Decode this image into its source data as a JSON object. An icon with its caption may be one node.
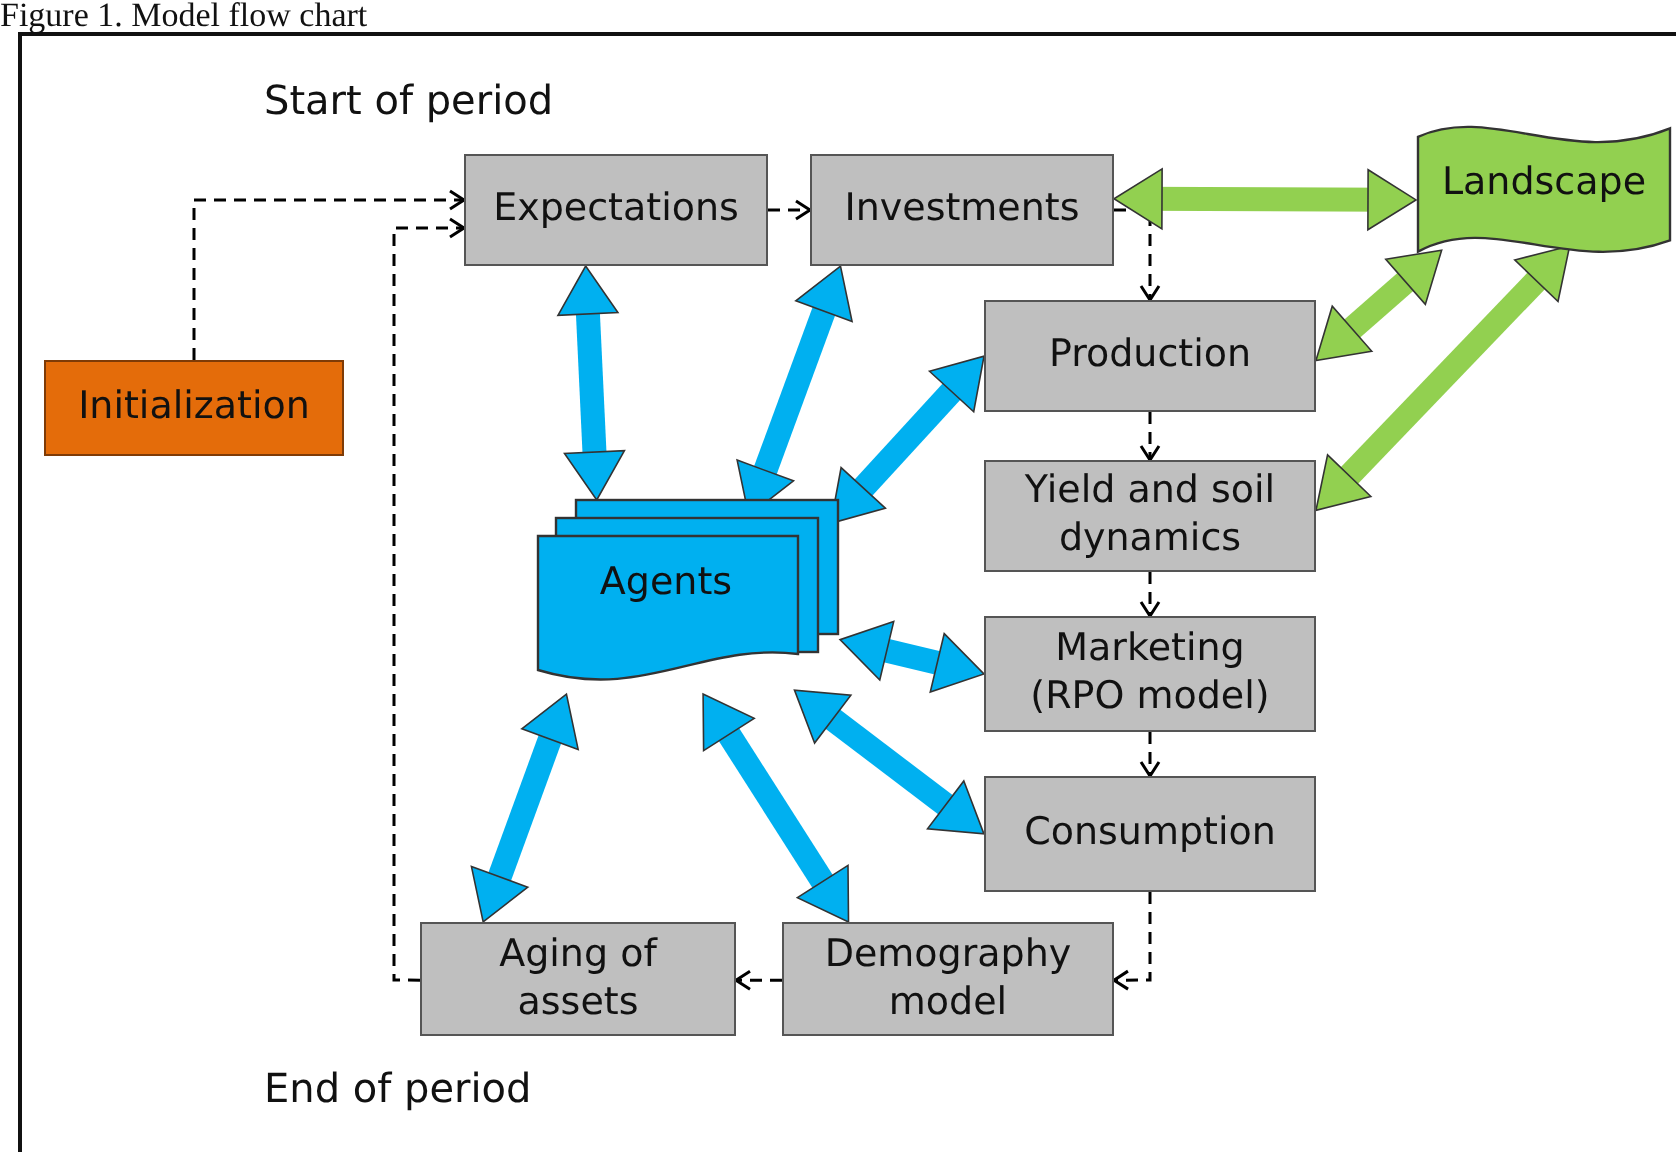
{
  "diagram": {
    "title": "Figure 1. Model flow chart",
    "nodes": [
      {
        "text": [
          "Initialization"
        ]
      },
      {
        "text": [
          "Expectations"
        ]
      },
      {
        "text": [
          "Investments"
        ]
      },
      {
        "text": [
          "Landscape"
        ]
      },
      {
        "text": [
          "Production"
        ]
      },
      {
        "text": [
          "Yield and soil dynamics"
        ]
      },
      {
        "text": [
          "Agents"
        ]
      },
      {
        "text": [
          "Marketing (RPO model)"
        ]
      },
      {
        "text": [
          "Consumption"
        ]
      },
      {
        "text": [
          "Aging of assets"
        ]
      },
      {
        "text": [
          "Demography model"
        ]
      }
    ],
    "edges": [
      {
        "from": 0,
        "to": 1,
        "arrow": "to",
        "style": "dashed"
      },
      {
        "from": 9,
        "to": 1,
        "arrow": "to",
        "style": "dashed"
      },
      {
        "from": 1,
        "to": 2,
        "arrow": "to",
        "style": "dashed"
      },
      {
        "from": 2,
        "to": 4,
        "arrow": "to",
        "style": "dashed"
      },
      {
        "from": 4,
        "to": 5,
        "arrow": "to",
        "style": "dashed"
      },
      {
        "from": 5,
        "to": 7,
        "arrow": "to",
        "style": "dashed"
      },
      {
        "from": 7,
        "to": 8,
        "arrow": "to",
        "style": "dashed"
      },
      {
        "from": 8,
        "to": 10,
        "arrow": "to",
        "style": "dashed"
      },
      {
        "from": 10,
        "to": 9,
        "arrow": "to",
        "style": "dashed"
      },
      {
        "from": 2,
        "to": 3,
        "arrow": "both",
        "color": "#92d050"
      },
      {
        "from": 4,
        "to": 3,
        "arrow": "both",
        "color": "#92d050"
      },
      {
        "from": 5,
        "to": 3,
        "arrow": "both",
        "color": "#92d050"
      },
      {
        "from": 1,
        "to": 6,
        "arrow": "both",
        "color": "#00b0f0"
      },
      {
        "from": 2,
        "to": 6,
        "arrow": "both",
        "color": "#00b0f0"
      },
      {
        "from": 4,
        "to": 6,
        "arrow": "both",
        "color": "#00b0f0"
      },
      {
        "from": 7,
        "to": 6,
        "arrow": "both",
        "color": "#00b0f0"
      },
      {
        "from": 8,
        "to": 6,
        "arrow": "both",
        "color": "#00b0f0"
      },
      {
        "from": 10,
        "to": 6,
        "arrow": "both",
        "color": "#00b0f0"
      },
      {
        "from": 9,
        "to": 6,
        "arrow": "both",
        "color": "#00b0f0"
      }
    ],
    "labels": [
      "Start of period",
      "End of period"
    ]
  }
}
